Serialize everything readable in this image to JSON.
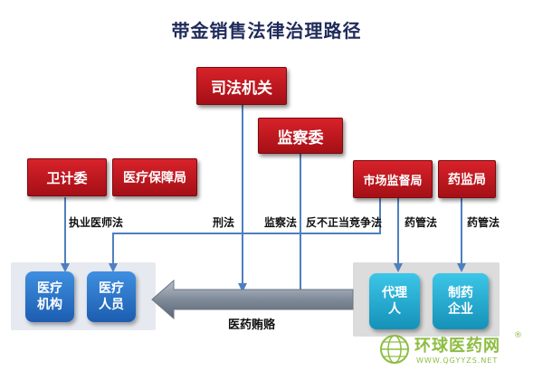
{
  "title": "带金销售法律治理路径",
  "nodes": {
    "judiciary": "司法机关",
    "supervision": "监察委",
    "health_commission": "卫计委",
    "medical_security": "医疗保障局",
    "market_regulation": "市场监督局",
    "drug_admin": "药监局",
    "medical_institution": "医疗\n机构",
    "medical_staff": "医疗\n人员",
    "agent": "代理\n人",
    "pharma_company": "制药\n企业"
  },
  "edge_labels": {
    "practicing_physician_law": "执业医师法",
    "criminal_law": "刑法",
    "supervision_law": "监察法",
    "anti_unfair_competition_law": "反不正当竞争法",
    "drug_admin_law_1": "药管法",
    "drug_admin_law_2": "药管法",
    "medical_bribery": "医药贿赂"
  },
  "watermark": {
    "name": "环球医药网",
    "url": "WWW.QGYYZS.NET",
    "registered": "®"
  }
}
